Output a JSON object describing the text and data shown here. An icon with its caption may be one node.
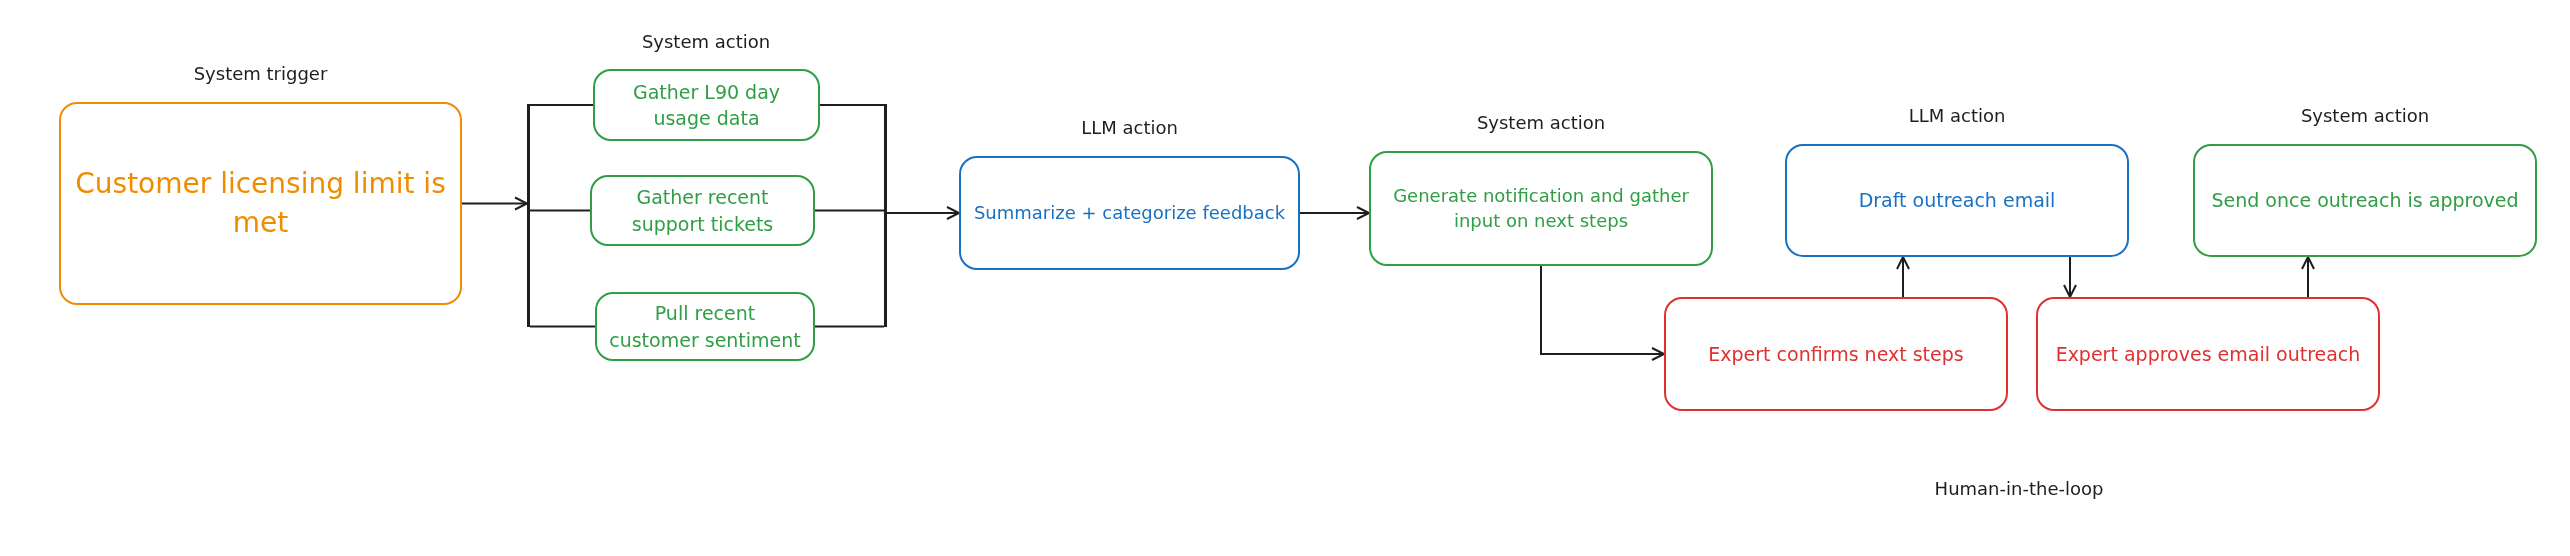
{
  "diagram": {
    "nodes": [
      {
        "text": [
          "System trigger",
          "Customer licensing limit is met"
        ]
      },
      {
        "text": [
          "Gather L90 day usage data"
        ]
      },
      {
        "text": [
          "Gather recent support tickets"
        ]
      },
      {
        "text": [
          "Pull recent customer sentiment"
        ]
      },
      {
        "text": [
          "LLM action",
          "Summarize + categorize feedback"
        ]
      },
      {
        "text": [
          "System action",
          "Generate notification and gather input on next steps"
        ]
      },
      {
        "text": [
          "LLM action",
          "Draft outreach email"
        ]
      },
      {
        "text": [
          "System action",
          "Send once outreach is approved"
        ]
      },
      {
        "text": [
          "Expert confirms next steps"
        ]
      },
      {
        "text": [
          "Expert approves email outreach"
        ]
      },
      {
        "text": [],
        "shape": "bar"
      },
      {
        "text": [],
        "shape": "bar"
      }
    ],
    "edges": [
      {
        "from": 0,
        "to": 10,
        "arrow": "to"
      },
      {
        "from": 10,
        "to": 1,
        "arrow": "none"
      },
      {
        "from": 10,
        "to": 2,
        "arrow": "none"
      },
      {
        "from": 10,
        "to": 3,
        "arrow": "none"
      },
      {
        "from": 1,
        "to": 11,
        "arrow": "none"
      },
      {
        "from": 2,
        "to": 11,
        "arrow": "none"
      },
      {
        "from": 3,
        "to": 11,
        "arrow": "none"
      },
      {
        "from": 11,
        "to": 4,
        "arrow": "to"
      },
      {
        "from": 4,
        "to": 5,
        "arrow": "to"
      },
      {
        "from": 5,
        "to": 8,
        "arrow": "to"
      },
      {
        "from": 8,
        "to": 6,
        "arrow": "to"
      },
      {
        "from": 6,
        "to": 9,
        "arrow": "to"
      },
      {
        "from": 9,
        "to": 7,
        "arrow": "to"
      }
    ],
    "labels": [
      "System action",
      "Human-in-the-loop"
    ]
  }
}
